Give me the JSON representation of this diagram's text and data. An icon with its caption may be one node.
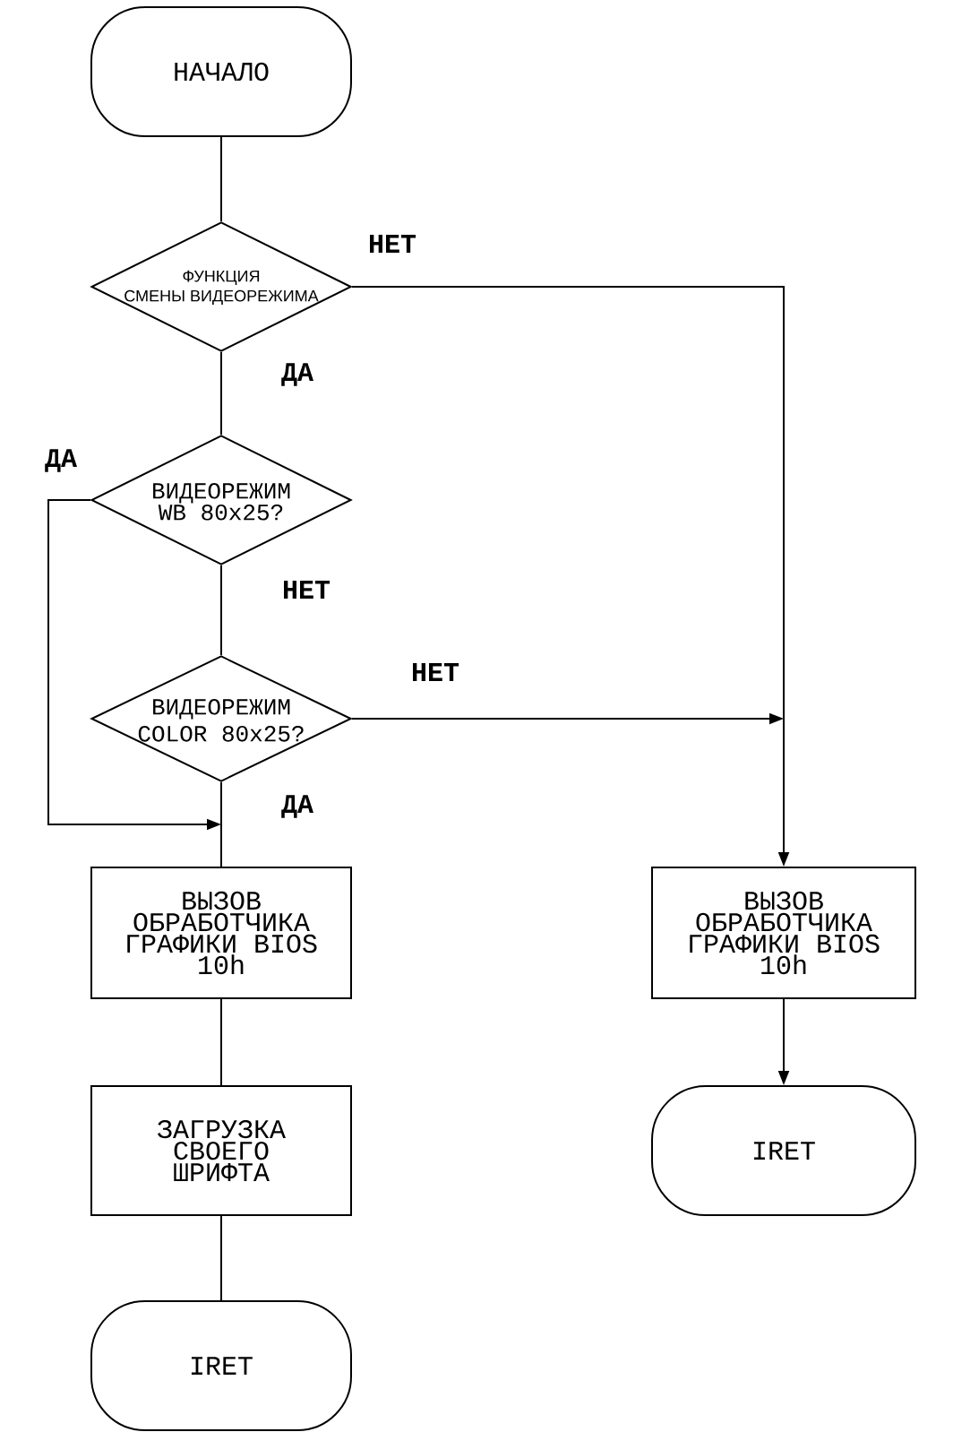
{
  "diagram": {
    "nodes": [
      {
        "text": [
          "НАЧАЛО"
        ]
      },
      {
        "text": [
          "ФУНКЦИЯ СМЕНЫ ВИДЕОРЕЖИМА"
        ]
      },
      {
        "text": [
          "ВИДЕОРЕЖИМ WB 80x25?"
        ]
      },
      {
        "text": [
          "ВИДЕОРЕЖИМ COLOR 80x25?"
        ]
      },
      {
        "text": [
          "ВЫЗОВ ОБРАБОТЧИКА ГРАФИКИ BIOS 10h"
        ]
      },
      {
        "text": [
          "ЗАГРУЗКА СВОЕГО ШРИФТА"
        ]
      },
      {
        "text": [
          "IRET"
        ]
      },
      {
        "text": [
          "ВЫЗОВ ОБРАБОТЧИКА ГРАФИКИ BIOS 10h"
        ]
      },
      {
        "text": [
          "IRET"
        ]
      }
    ],
    "edges": [
      {
        "from": 0,
        "to": 1,
        "arrow": "none"
      },
      {
        "from": 1,
        "to": 2,
        "arrow": "none",
        "label": "ДА"
      },
      {
        "from": 1,
        "to": 7,
        "arrow": "to",
        "label": "НЕТ"
      },
      {
        "from": 2,
        "to": null,
        "arrow": "to",
        "label": "ДА"
      },
      {
        "from": 2,
        "to": 3,
        "arrow": "none",
        "label": "НЕТ"
      },
      {
        "from": 3,
        "to": 4,
        "arrow": "none",
        "label": "ДА"
      },
      {
        "from": 3,
        "to": null,
        "arrow": "to",
        "label": "НЕТ"
      },
      {
        "from": 4,
        "to": 5,
        "arrow": "none"
      },
      {
        "from": 5,
        "to": 6,
        "arrow": "none"
      },
      {
        "from": 7,
        "to": 8,
        "arrow": "to"
      }
    ]
  }
}
